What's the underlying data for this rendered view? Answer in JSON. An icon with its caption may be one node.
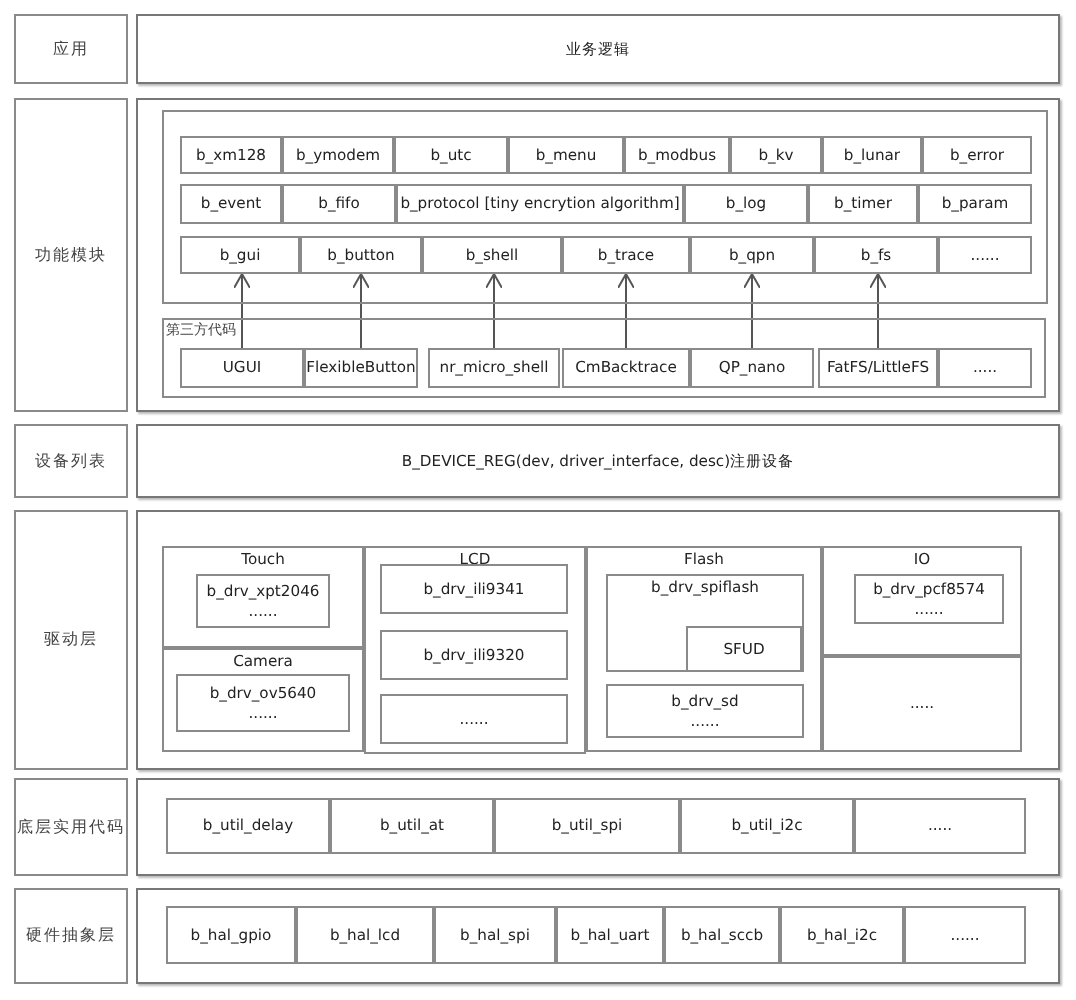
{
  "diagram": {
    "nodes": [
      {
        "text": [
          "应用"
        ]
      },
      {
        "text": [
          "业务逻辑"
        ]
      },
      {
        "text": [
          "功能模块"
        ]
      },
      {
        "text": [],
        "shape": "box"
      },
      {
        "text": [],
        "shape": "box",
        "in": 3
      },
      {
        "text": [
          "b_xm128"
        ],
        "in": 4
      },
      {
        "text": [
          "b_ymodem"
        ],
        "in": 4
      },
      {
        "text": [
          "b_utc"
        ],
        "in": 4
      },
      {
        "text": [
          "b_menu"
        ],
        "in": 4
      },
      {
        "text": [
          "b_modbus"
        ],
        "in": 4
      },
      {
        "text": [
          "b_kv"
        ],
        "in": 4
      },
      {
        "text": [
          "b_lunar"
        ],
        "in": 4
      },
      {
        "text": [
          "b_error"
        ],
        "in": 4
      },
      {
        "text": [
          "b_event"
        ],
        "in": 4
      },
      {
        "text": [
          "b_fifo"
        ],
        "in": 4
      },
      {
        "text": [
          "b_protocol [tiny encrytion algorithm]"
        ],
        "in": 4
      },
      {
        "text": [
          "b_log"
        ],
        "in": 4
      },
      {
        "text": [
          "b_timer"
        ],
        "in": 4
      },
      {
        "text": [
          "b_param"
        ],
        "in": 4
      },
      {
        "text": [
          "b_gui"
        ],
        "in": 4
      },
      {
        "text": [
          "b_button"
        ],
        "in": 4
      },
      {
        "text": [
          "b_shell"
        ],
        "in": 4
      },
      {
        "text": [
          "b_trace"
        ],
        "in": 4
      },
      {
        "text": [
          "b_qpn"
        ],
        "in": 4
      },
      {
        "text": [
          "b_fs"
        ],
        "in": 4
      },
      {
        "text": [
          "......"
        ],
        "in": 4
      },
      {
        "text": [
          "第三方代码"
        ],
        "in": 3
      },
      {
        "text": [
          "UGUI"
        ],
        "in": 26
      },
      {
        "text": [
          "FlexibleButton"
        ],
        "in": 26
      },
      {
        "text": [
          "nr_micro_shell"
        ],
        "in": 26
      },
      {
        "text": [
          "CmBacktrace"
        ],
        "in": 26
      },
      {
        "text": [
          "QP_nano"
        ],
        "in": 26
      },
      {
        "text": [
          "FatFS/LittleFS"
        ],
        "in": 26
      },
      {
        "text": [
          "....."
        ],
        "in": 26
      },
      {
        "text": [
          "设备列表"
        ]
      },
      {
        "text": [
          "B_DEVICE_REG(dev, driver_interface, desc)注册设备"
        ]
      },
      {
        "text": [
          "驱动层"
        ]
      },
      {
        "text": [],
        "shape": "box"
      },
      {
        "text": [
          "Touch"
        ],
        "in": 37
      },
      {
        "text": [
          "b_drv_xpt2046",
          "......"
        ],
        "in": 38
      },
      {
        "text": [
          "Camera"
        ],
        "in": 37
      },
      {
        "text": [
          "b_drv_ov5640",
          "......"
        ],
        "in": 40
      },
      {
        "text": [
          "LCD"
        ],
        "in": 37
      },
      {
        "text": [
          "b_drv_ili9341"
        ],
        "in": 42
      },
      {
        "text": [
          "b_drv_ili9320"
        ],
        "in": 42
      },
      {
        "text": [
          "......"
        ],
        "in": 42
      },
      {
        "text": [
          "Flash"
        ],
        "in": 37
      },
      {
        "text": [
          "b_drv_spiflash"
        ],
        "in": 46
      },
      {
        "text": [
          "SFUD"
        ],
        "in": 47
      },
      {
        "text": [
          "b_drv_sd",
          "......"
        ],
        "in": 46
      },
      {
        "text": [
          "IO"
        ],
        "in": 37
      },
      {
        "text": [
          "b_drv_pcf8574",
          "......"
        ],
        "in": 50
      },
      {
        "text": [
          "....."
        ],
        "in": 37
      },
      {
        "text": [
          "底层实用代码"
        ]
      },
      {
        "text": [],
        "shape": "box"
      },
      {
        "text": [
          "b_util_delay"
        ],
        "in": 54
      },
      {
        "text": [
          "b_util_at"
        ],
        "in": 54
      },
      {
        "text": [
          "b_util_spi"
        ],
        "in": 54
      },
      {
        "text": [
          "b_util_i2c"
        ],
        "in": 54
      },
      {
        "text": [
          "....."
        ],
        "in": 54
      },
      {
        "text": [
          "硬件抽象层"
        ]
      },
      {
        "text": [],
        "shape": "box"
      },
      {
        "text": [
          "b_hal_gpio"
        ],
        "in": 61
      },
      {
        "text": [
          "b_hal_lcd"
        ],
        "in": 61
      },
      {
        "text": [
          "b_hal_spi"
        ],
        "in": 61
      },
      {
        "text": [
          "b_hal_uart"
        ],
        "in": 61
      },
      {
        "text": [
          "b_hal_sccb"
        ],
        "in": 61
      },
      {
        "text": [
          "b_hal_i2c"
        ],
        "in": 61
      },
      {
        "text": [
          "......"
        ],
        "in": 61
      }
    ],
    "edges": [
      {
        "from": 27,
        "to": 19,
        "arrow": "to"
      },
      {
        "from": 28,
        "to": 20,
        "arrow": "to"
      },
      {
        "from": 29,
        "to": 21,
        "arrow": "to"
      },
      {
        "from": 30,
        "to": 22,
        "arrow": "to"
      },
      {
        "from": 31,
        "to": 23,
        "arrow": "to"
      },
      {
        "from": 32,
        "to": 24,
        "arrow": "to"
      }
    ]
  }
}
